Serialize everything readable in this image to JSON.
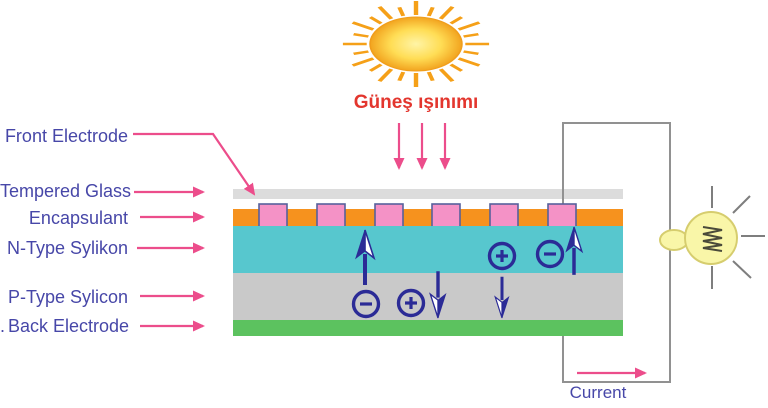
{
  "diagram": {
    "type": "solar-cell-cross-section",
    "sun_label": "Güneş ışınımı",
    "current_label": "Current",
    "stray_mark": ".",
    "labels": [
      {
        "id": "front-electrode",
        "label": "Front Electrode"
      },
      {
        "id": "tempered-glass",
        "label": "Tempered Glass"
      },
      {
        "id": "encapsulant",
        "label": "Encapsulant"
      },
      {
        "id": "n-type-silicon",
        "label": "N-Type Sylikon"
      },
      {
        "id": "p-type-silicon",
        "label": "P-Type Sylicon"
      },
      {
        "id": "back-electrode",
        "label": "Back Electrode"
      }
    ],
    "layers": [
      {
        "name": "tempered-glass",
        "color": "#DCDCDC"
      },
      {
        "name": "front-electrodes",
        "color": "#F492C6",
        "count": 6
      },
      {
        "name": "encapsulant",
        "color": "#F6921E"
      },
      {
        "name": "n-type-silicon",
        "color": "#57C7CE"
      },
      {
        "name": "p-type-silicon",
        "color": "#C9C9C9"
      },
      {
        "name": "back-electrode",
        "color": "#5CC25F"
      }
    ],
    "radiation_arrows": 3,
    "carriers": {
      "n_type_symbols": [
        "electron-up-arrow",
        "hole-plus",
        "electron-minus",
        "electron-up-arrow"
      ],
      "p_type_symbols": [
        "electron-minus",
        "hole-plus",
        "hole-down-arrow",
        "hole-down-arrow"
      ]
    },
    "circuit": {
      "load": "light-bulb",
      "flow_label": "Current"
    }
  },
  "colors": {
    "tempered_glass": "#DCDCDC",
    "encapsulant": "#F6921E",
    "electrode_square": "#F492C6",
    "electrode_border": "#56619C",
    "n_type": "#57C7CE",
    "p_type": "#C9C9C9",
    "back_electrode": "#5CC25F",
    "label_text": "#4747A8",
    "pink_arrow": "#EC4D8B",
    "navy_symbol": "#2B2B96",
    "wire_gray": "#919191",
    "sun_ray": "#F5A018",
    "sun_label_red": "#E3362E",
    "bulb_fill": "#F9F6A8",
    "bulb_stroke": "#D6CD6E"
  }
}
